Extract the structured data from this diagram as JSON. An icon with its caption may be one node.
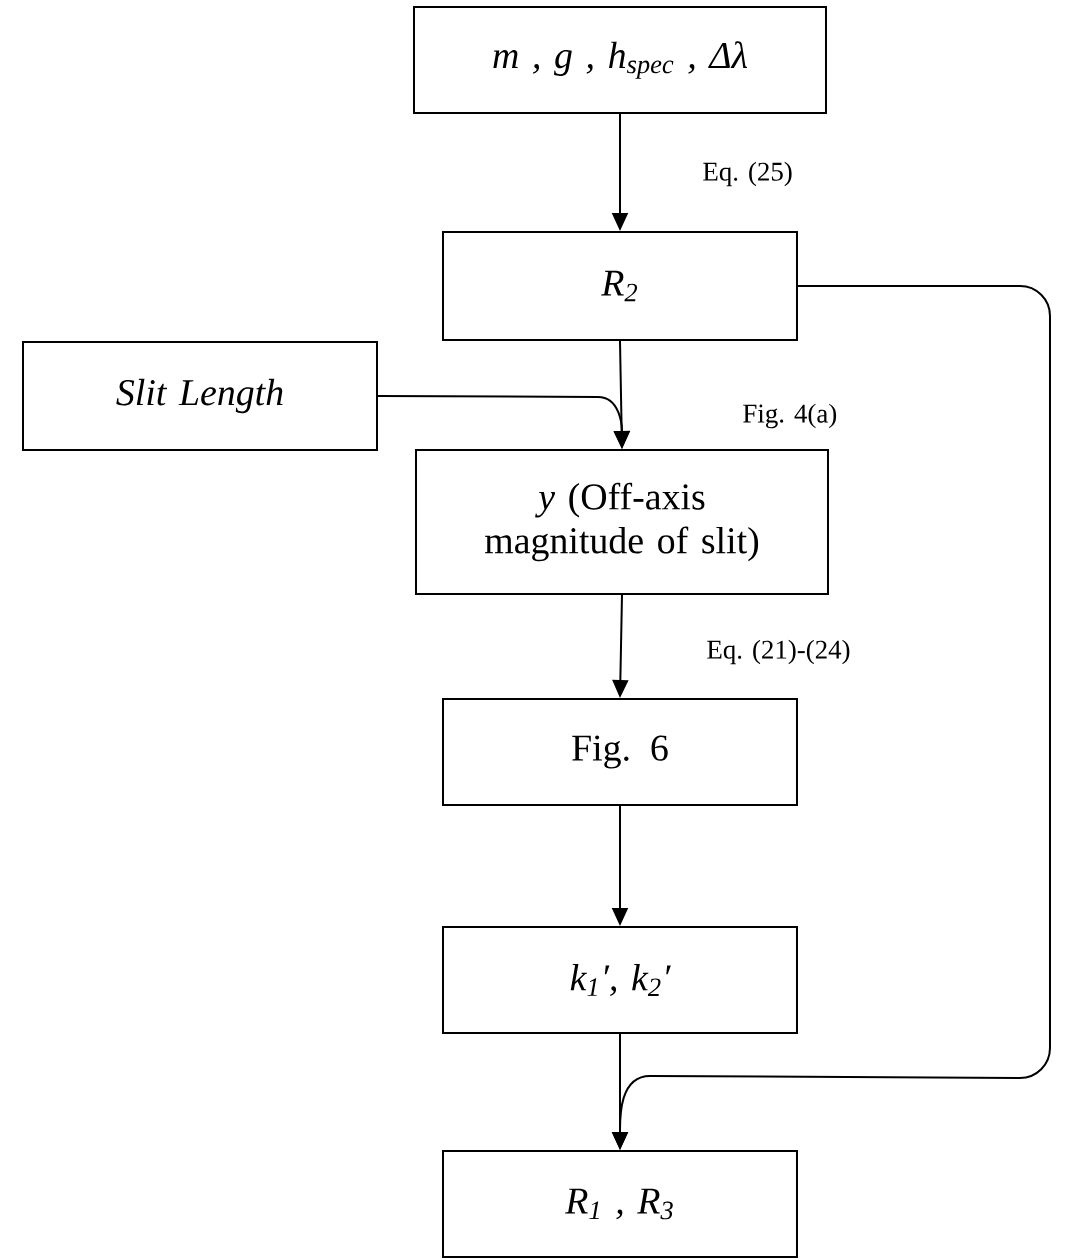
{
  "diagram": {
    "nodes": [
      {
        "text": [
          "m , g , h$_{spec}$ , Δλ"
        ]
      },
      {
        "text": [
          "R$_{2}$"
        ]
      },
      {
        "text": [
          "Slit Length"
        ]
      },
      {
        "text": [
          "*y* (Off-axis magnitude of slit)"
        ]
      },
      {
        "text": [
          "Fig. 6"
        ]
      },
      {
        "text": [
          "k$_{1}$′, k$_{2}$′"
        ]
      },
      {
        "text": [
          "R$_{1}$ , R$_{3}$"
        ]
      }
    ],
    "edges": [
      {
        "from": 0,
        "to": 1,
        "arrow": "to",
        "label": "Eq. (25)"
      },
      {
        "from": 1,
        "to": 3,
        "arrow": "to",
        "label": "Fig. 4(a)"
      },
      {
        "from": 2,
        "to": 3,
        "arrow": "to"
      },
      {
        "from": 3,
        "to": 4,
        "arrow": "to",
        "label": "Eq. (21)-(24)"
      },
      {
        "from": 4,
        "to": 5,
        "arrow": "to"
      },
      {
        "from": 5,
        "to": 6,
        "arrow": "to"
      },
      {
        "from": 1,
        "to": 6,
        "arrow": "to"
      }
    ]
  }
}
